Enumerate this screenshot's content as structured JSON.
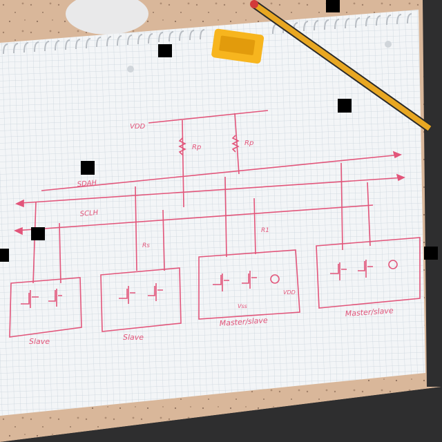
{
  "photo": {
    "description_tags": [
      "notebook",
      "pencil",
      "eraser",
      "circuit-sketch"
    ],
    "ink_color": "#e2557a",
    "paper_color": "#f3f5f7",
    "grid_color": "#c9d3dc",
    "desk_color": "#d9b79a"
  },
  "sketch": {
    "vdd_label": "VDD",
    "sdah_label": "SDAH",
    "sclh_label": "SCLH",
    "rp_label_1": "Rp",
    "rp_label_2": "Rp",
    "rs_label": "Rs",
    "rs_label_2": "R1",
    "vss_label": "Vss",
    "vdd_small": "VDD",
    "caption_1": "Slave",
    "caption_2": "Slave",
    "caption_3": "Master/slave",
    "caption_4": "Master/slave"
  }
}
